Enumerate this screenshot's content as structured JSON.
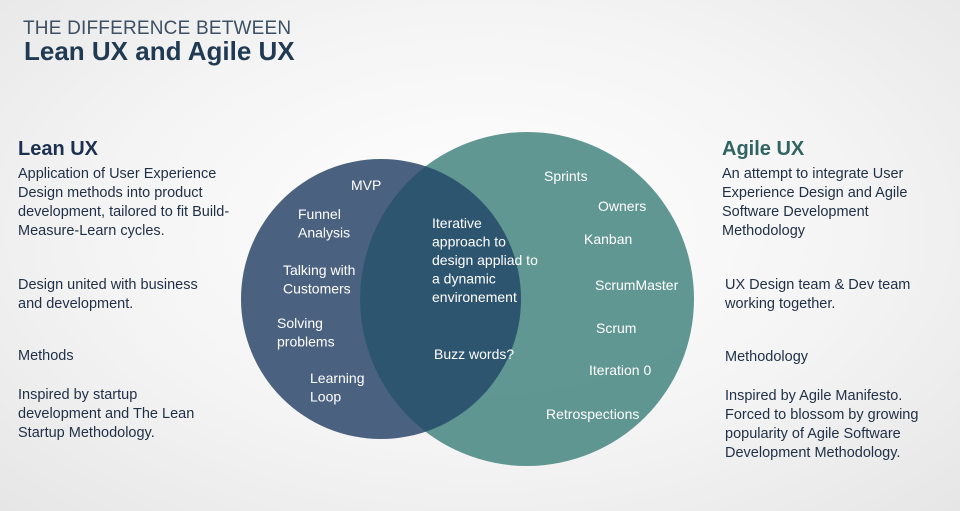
{
  "header": {
    "kicker": "THE DIFFERENCE BETWEEN",
    "title": "Lean UX and Agile UX"
  },
  "lean": {
    "title": "Lean UX",
    "description_lines": [
      "Application of User Experience",
      "Design methods into product",
      "development, tailored to fit Build-",
      "Measure-Learn cycles."
    ],
    "point_lines": [
      "Design united with business",
      "and development."
    ],
    "methods_heading": "Methods",
    "methods_lines": [
      "Inspired by startup",
      "development and The Lean",
      "Startup Methodology."
    ]
  },
  "agile": {
    "title": "Agile UX",
    "description_lines": [
      "An attempt to integrate User",
      "Experience Design  and Agile",
      "Software Development",
      "Methodology"
    ],
    "point_lines": [
      "UX Design team & Dev team",
      "working together."
    ],
    "methods_heading": "Methodology",
    "methods_lines": [
      "Inspired by Agile Manifesto.",
      "Forced to blossom by growing",
      "popularity of Agile Software",
      "Development Methodology."
    ]
  },
  "venn": {
    "colors": {
      "left": "#4b6180",
      "right": "#4f8c86",
      "overlap": "#2e5570"
    },
    "left_items": [
      {
        "lines": [
          "MVP"
        ]
      },
      {
        "lines": [
          "Funnel",
          "Analysis"
        ]
      },
      {
        "lines": [
          "Talking with",
          "Customers"
        ]
      },
      {
        "lines": [
          "Solving",
          "problems"
        ]
      },
      {
        "lines": [
          "Learning",
          "Loop"
        ]
      }
    ],
    "center_items": [
      {
        "lines": [
          "Iterative",
          "approach to",
          "design appliad to",
          "a dynamic",
          "environement"
        ]
      },
      {
        "lines": [
          "Buzz words?"
        ]
      }
    ],
    "right_items": [
      {
        "lines": [
          "Sprints"
        ]
      },
      {
        "lines": [
          "Owners"
        ]
      },
      {
        "lines": [
          "Kanban"
        ]
      },
      {
        "lines": [
          "ScrumMaster"
        ]
      },
      {
        "lines": [
          "Scrum"
        ]
      },
      {
        "lines": [
          "Iteration 0"
        ]
      },
      {
        "lines": [
          "Retrospections"
        ]
      }
    ]
  }
}
